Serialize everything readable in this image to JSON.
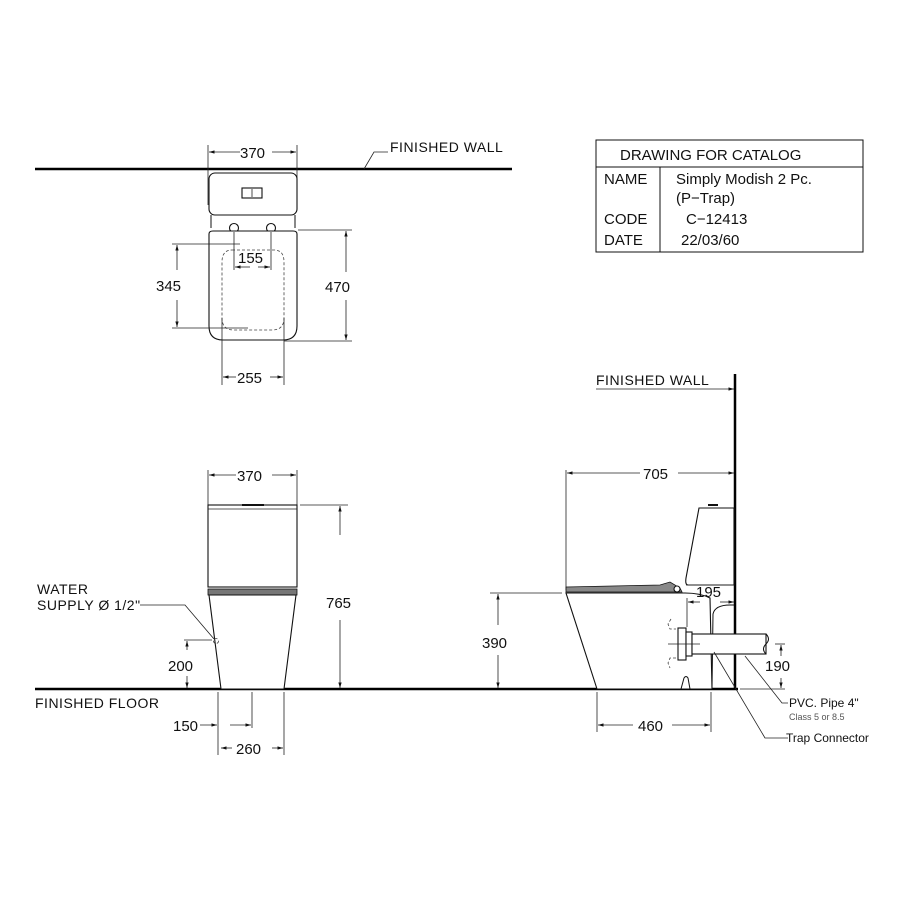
{
  "title_block": {
    "heading": "DRAWING FOR CATALOG",
    "rows": [
      {
        "label": "NAME",
        "value": "Simply Modish 2 Pc."
      },
      {
        "label": "",
        "value": "(P−Trap)"
      },
      {
        "label": "CODE",
        "value": "C−12413"
      },
      {
        "label": "DATE",
        "value": "22/03/60"
      }
    ]
  },
  "top_view": {
    "wall_label": "FINISHED WALL",
    "dims": {
      "width": "370",
      "bolt_spacing": "155",
      "seat_depth": "345",
      "total_depth": "470",
      "front_width": "255"
    }
  },
  "front_view": {
    "water_supply_label_1": "WATER",
    "water_supply_label_2": "SUPPLY Ø 1/2\"",
    "floor_label": "FINISHED FLOOR",
    "dims": {
      "width": "370",
      "height": "765",
      "supply_height": "200",
      "supply_offset": "150",
      "base_width": "260"
    }
  },
  "side_view": {
    "wall_label": "FINISHED WALL",
    "pipe_label": "PVC. Pipe 4\"",
    "pipe_class": "Class 5 or 8.5",
    "trap_label": "Trap Connector",
    "dims": {
      "depth": "705",
      "rough_in": "195",
      "seat_height": "390",
      "pipe_height": "190",
      "base_depth": "460"
    }
  }
}
